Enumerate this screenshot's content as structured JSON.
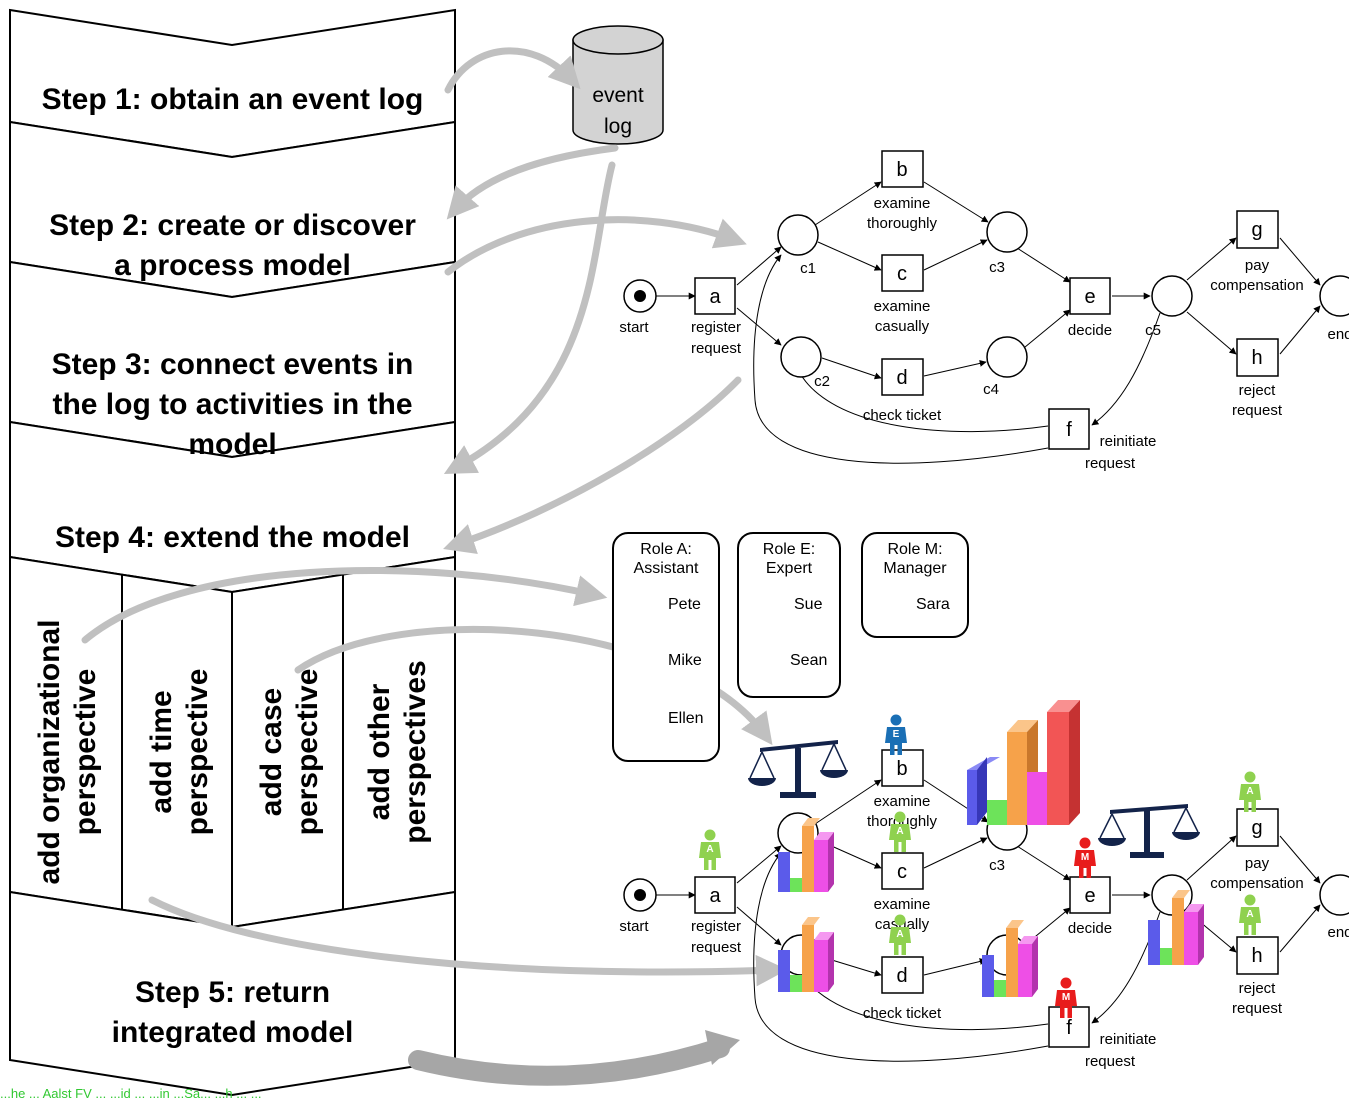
{
  "steps": {
    "step1": "Step 1: obtain an event log",
    "step2_line1": "Step 2: create or discover",
    "step2_line2": "a process model",
    "step3_line1": "Step 3: connect events in",
    "step3_line2": "the log to activities in the",
    "step3_line3": "model",
    "step4": "Step 4: extend the model",
    "step5_line1": "Step 5: return",
    "step5_line2": "integrated model"
  },
  "perspectives": [
    {
      "line1": "add organizational",
      "line2": "perspective"
    },
    {
      "line1": "add time",
      "line2": "perspective"
    },
    {
      "line1": "add case",
      "line2": "perspective"
    },
    {
      "line1": "add other",
      "line2": "perspectives"
    }
  ],
  "event_log": {
    "line1": "event",
    "line2": "log"
  },
  "net": {
    "start": "start",
    "end": "end",
    "places": [
      "c1",
      "c2",
      "c3",
      "c4",
      "c5"
    ],
    "transitions": {
      "a": {
        "id": "a",
        "line1": "register",
        "line2": "request"
      },
      "b": {
        "id": "b",
        "line1": "examine",
        "line2": "thoroughly"
      },
      "c": {
        "id": "c",
        "line1": "examine",
        "line2": "casually"
      },
      "d": {
        "id": "d",
        "line1": "check ticket",
        "line2": ""
      },
      "e": {
        "id": "e",
        "line1": "decide",
        "line2": ""
      },
      "f": {
        "id": "f",
        "line1": "reinitiate",
        "line2": "request"
      },
      "g": {
        "id": "g",
        "line1": "pay",
        "line2": "compensation"
      },
      "h": {
        "id": "h",
        "line1": "reject",
        "line2": "request"
      }
    }
  },
  "roles": [
    {
      "title1": "Role A:",
      "title2": "Assistant",
      "color": "#8fd14f",
      "people": [
        "Pete",
        "Mike",
        "Ellen"
      ]
    },
    {
      "title1": "Role E:",
      "title2": "Expert",
      "color": "#1a6fb5",
      "people": [
        "Sue",
        "Sean"
      ]
    },
    {
      "title1": "Role M:",
      "title2": "Manager",
      "color": "#e81c1c",
      "people": [
        "Sara"
      ]
    }
  ],
  "badges": {
    "A": "A",
    "E": "E",
    "M": "M"
  },
  "colors": {
    "arrow": "#c0c0c0",
    "cylinder": "#d3d3d3",
    "bar_blue": "#5b5bea",
    "bar_green": "#6de35a",
    "bar_orange": "#f6a24a",
    "bar_magenta": "#ee4fe6",
    "bar_red": "#f25555",
    "scale": "#13234a"
  },
  "footnote": "...he ... Aalst FV ... ...id ... ...in ...Sa... ...h ... ..."
}
